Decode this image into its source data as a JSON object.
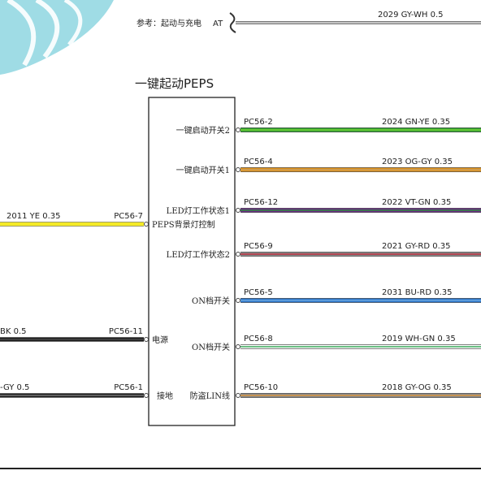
{
  "title": "一键起动PEPS",
  "reference": {
    "prefix": "参考：起动与充电",
    "code": "AT",
    "wire": "2029 GY-WH 0.5"
  },
  "right_pins": [
    {
      "label": "一键启动开关2",
      "pin": "PC56-2",
      "wire": "2024 GN-YE 0.35",
      "colors": [
        "#2ea12e",
        "#7ad33a"
      ]
    },
    {
      "label": "一键启动开关1",
      "pin": "PC56-4",
      "wire": "2023 OG-GY 0.35",
      "colors": [
        "#e0921c",
        "#c8a060"
      ]
    },
    {
      "label": "LED灯工作状态1",
      "pin": "PC56-12",
      "wire": "2022 VT-GN 0.35",
      "colors": [
        "#6a2c86",
        "#2f8a3f"
      ]
    },
    {
      "label": "LED灯工作状态2",
      "pin": "PC56-9",
      "wire": "2021 GY-RD 0.35",
      "colors": [
        "#8a8a8a",
        "#c03040"
      ]
    },
    {
      "label": "ON档开关",
      "pin": "PC56-5",
      "wire": "2031 BU-RD 0.35",
      "colors": [
        "#2b74c8",
        "#6aa6e0"
      ]
    },
    {
      "label": "ON档开关",
      "pin": "PC56-8",
      "wire": "2019 WH-GN 0.35",
      "colors": [
        "#ffffff",
        "#3aaa5a"
      ]
    },
    {
      "label": "防盗LIN线",
      "pin": "PC56-10",
      "wire": "2018 GY-OG 0.35",
      "colors": [
        "#8a8a8a",
        "#d99640"
      ]
    }
  ],
  "left_pins": [
    {
      "label": "PEPS背景灯控制",
      "pin": "PC56-7",
      "wire": "2011 YE 0.35",
      "colors": [
        "#f4ea26",
        "#f4ea26"
      ]
    },
    {
      "label": "电源",
      "pin": "PC56-11",
      "wire": "BK 0.5",
      "colors": [
        "#1a1a1a",
        "#555555"
      ]
    },
    {
      "label": "接地",
      "pin": "PC56-1",
      "wire": "-GY 0.5",
      "colors": [
        "#1a1a1a",
        "#8a8a8a"
      ]
    }
  ]
}
